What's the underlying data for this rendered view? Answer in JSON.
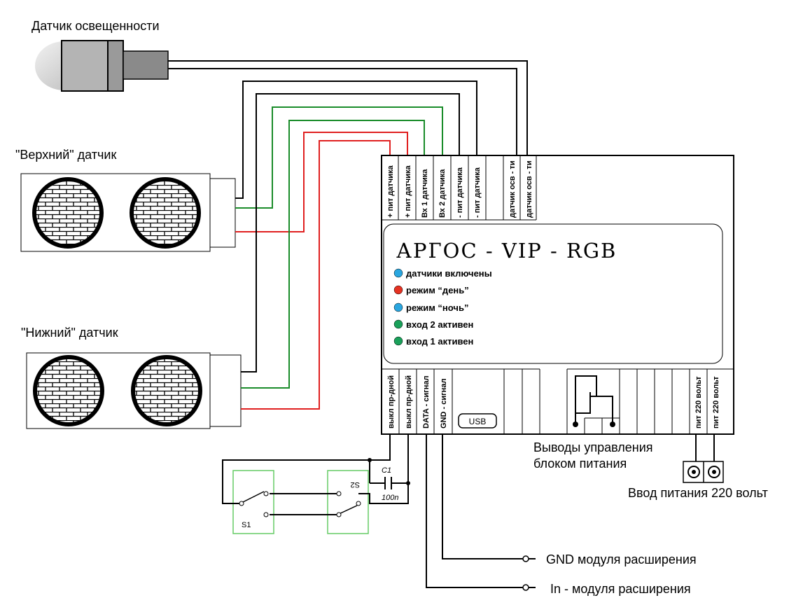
{
  "labels": {
    "light_sensor": "Датчик освещенности",
    "upper_sensor": "\"Верхний\" датчик",
    "lower_sensor": "\"Нижний\" датчик",
    "power_control": "Выводы управления",
    "power_control_2": "блоком питания",
    "power_input": "Ввод питания 220 вольт",
    "gnd_module": "GND модуля расширения",
    "in_module": "In - модуля расширения"
  },
  "controller": {
    "title": "АРГОС - VIP - RGB",
    "usb_label": "USB",
    "top_terminals": [
      "+ пит датчика",
      "+ пит датчика",
      "Вх 1 датчика",
      "Вх 2 датчика",
      "- пит датчика",
      "- пит датчика",
      "",
      "датчик осв - ти",
      "датчик осв - ти"
    ],
    "bottom_terminals_left": [
      "выкл пр-дной",
      "выкл пр-дной",
      "DATA - сигнал",
      "GND - сигнал"
    ],
    "bottom_terminals_right": [
      "пит 220 вольт",
      "пит 220 вольт"
    ],
    "leds": [
      {
        "label": "датчики включены",
        "color": "#2aa6df"
      },
      {
        "label": "режим “день”",
        "color": "#e53222"
      },
      {
        "label": "режим “ночь”",
        "color": "#2aa6df"
      },
      {
        "label": "вход 2 активен",
        "color": "#1aa05a"
      },
      {
        "label": "вход 1 активен",
        "color": "#1aa05a"
      }
    ]
  },
  "switches": {
    "s1": "S1",
    "s2": "S2",
    "cap_name": "C1",
    "cap_value": "100n"
  },
  "colors": {
    "wire_black": "#000000",
    "wire_red": "#e02020",
    "wire_green": "#1a8c2a",
    "switch_box": "#66cc66"
  }
}
